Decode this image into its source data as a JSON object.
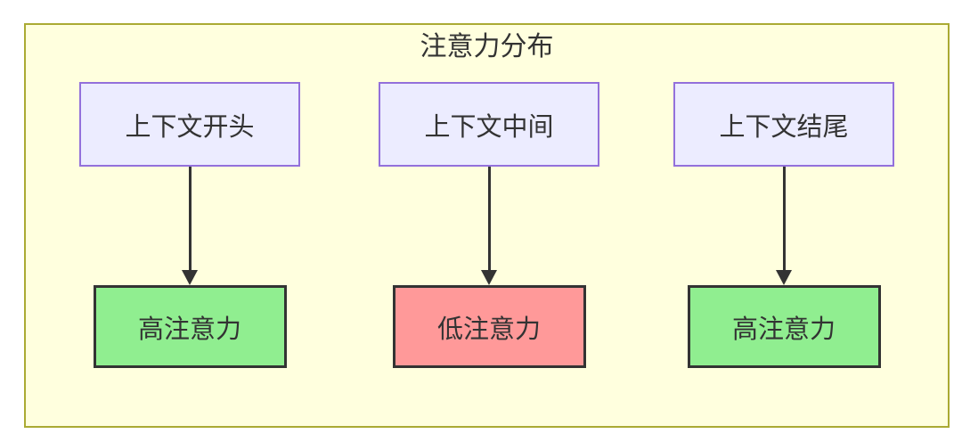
{
  "diagram": {
    "title": "注意力分布",
    "columns": [
      {
        "source": "上下文开头",
        "target": "高注意力",
        "target_type": "high-attention",
        "target_fill": "#90ee90"
      },
      {
        "source": "上下文中间",
        "target": "低注意力",
        "target_type": "low-attention",
        "target_fill": "#ff9999"
      },
      {
        "source": "上下文结尾",
        "target": "高注意力",
        "target_type": "high-attention",
        "target_fill": "#90ee90"
      }
    ],
    "colors": {
      "page_background": "#ffffff",
      "cluster_fill": "#ffffde",
      "cluster_border": "#aaaa33",
      "source_fill": "#ececff",
      "source_border": "#9370db",
      "target_border": "#333333",
      "text": "#333333",
      "arrow": "#333333"
    }
  }
}
